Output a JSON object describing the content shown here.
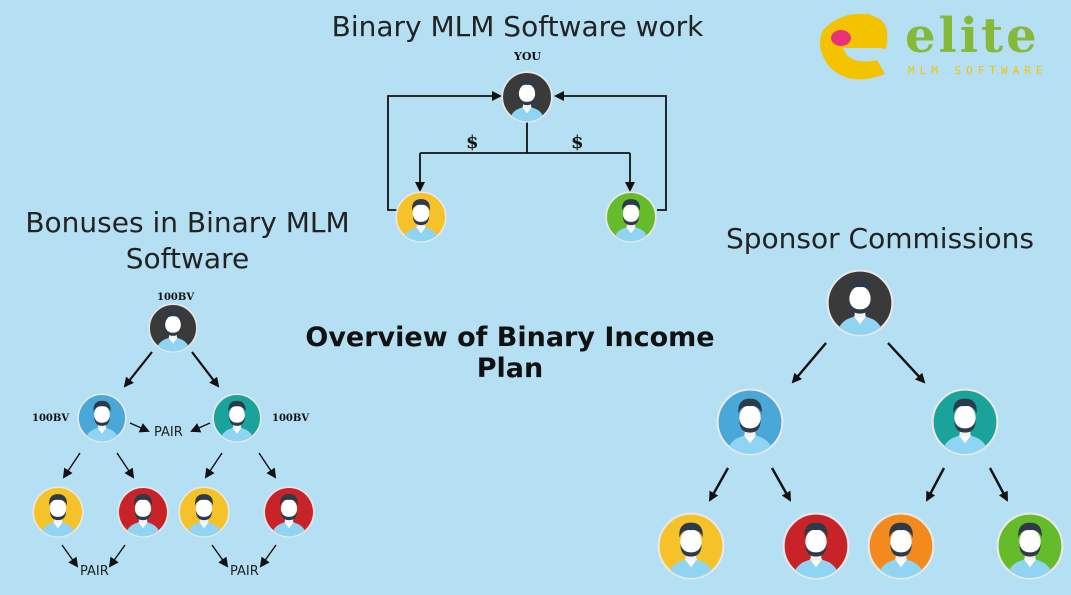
{
  "titles": {
    "top": "Binary MLM Software work",
    "left": "Bonuses in Binary MLM Software",
    "right": "Sponsor Commissions",
    "center": "Overview of Binary Income Plan"
  },
  "top_diagram": {
    "you_label": "YOU",
    "dollar_left": "$",
    "dollar_right": "$"
  },
  "left_diagram": {
    "root_bv": "100BV",
    "left_bv": "100BV",
    "right_bv": "100BV",
    "pair_label": "PAIR"
  },
  "logo": {
    "word": "elite",
    "subtitle": "MLM SOFTWARE"
  },
  "colors": {
    "background": "#b5dff2",
    "dark": "#3a3a3a",
    "blue": "#4aa8d8",
    "teal": "#1aa39a",
    "yellow": "#f5c22a",
    "green": "#66bb2a",
    "red": "#c9232a",
    "orange": "#f28a1e",
    "logo_green": "#86b83a",
    "logo_yellow": "#f3c300",
    "logo_pink": "#e8337a"
  }
}
